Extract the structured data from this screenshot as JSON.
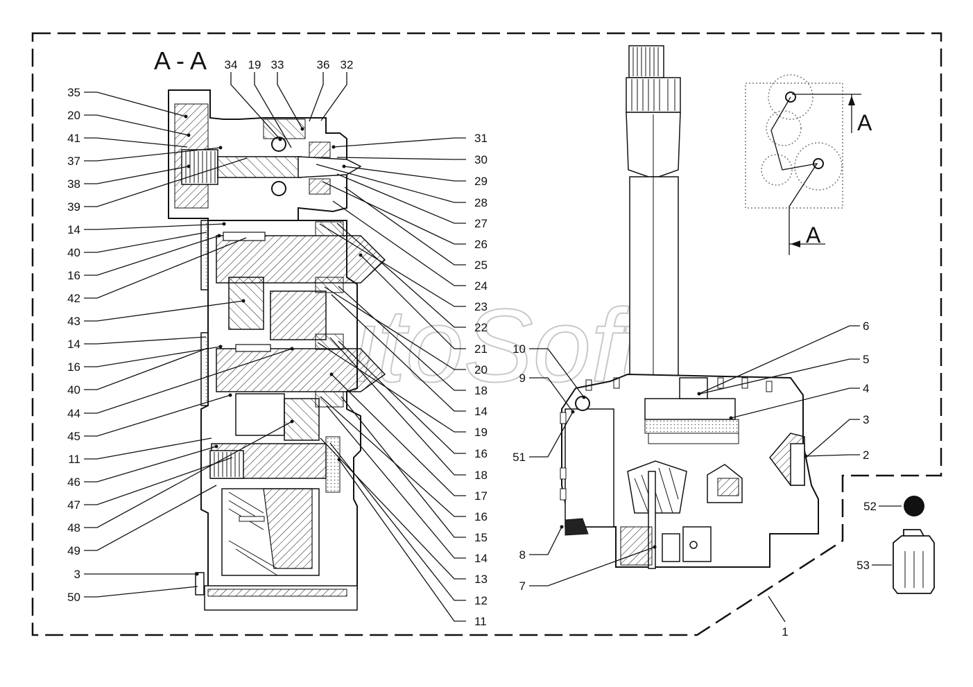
{
  "section_title": "A - A",
  "section_marker": "A",
  "watermark": "AutoSoft",
  "callouts_left": [
    "35",
    "20",
    "41",
    "37",
    "38",
    "39",
    "14",
    "40",
    "16",
    "42",
    "43",
    "14",
    "16",
    "40",
    "44",
    "45",
    "11",
    "46",
    "47",
    "48",
    "49",
    "3",
    "50"
  ],
  "callouts_top": [
    "34",
    "19",
    "33",
    "36",
    "32"
  ],
  "callouts_mid": [
    "31",
    "30",
    "29",
    "28",
    "27",
    "26",
    "25",
    "24",
    "23",
    "22",
    "21",
    "20",
    "18",
    "14",
    "19",
    "16",
    "18",
    "17",
    "16",
    "15",
    "14",
    "13",
    "12",
    "11"
  ],
  "callouts_right": [
    "6",
    "5",
    "4",
    "3",
    "2"
  ],
  "callouts_assembly_left": [
    "10",
    "9",
    "51",
    "8",
    "7"
  ],
  "callouts_accessories": [
    "52",
    "53"
  ],
  "callout_bottom": "1"
}
